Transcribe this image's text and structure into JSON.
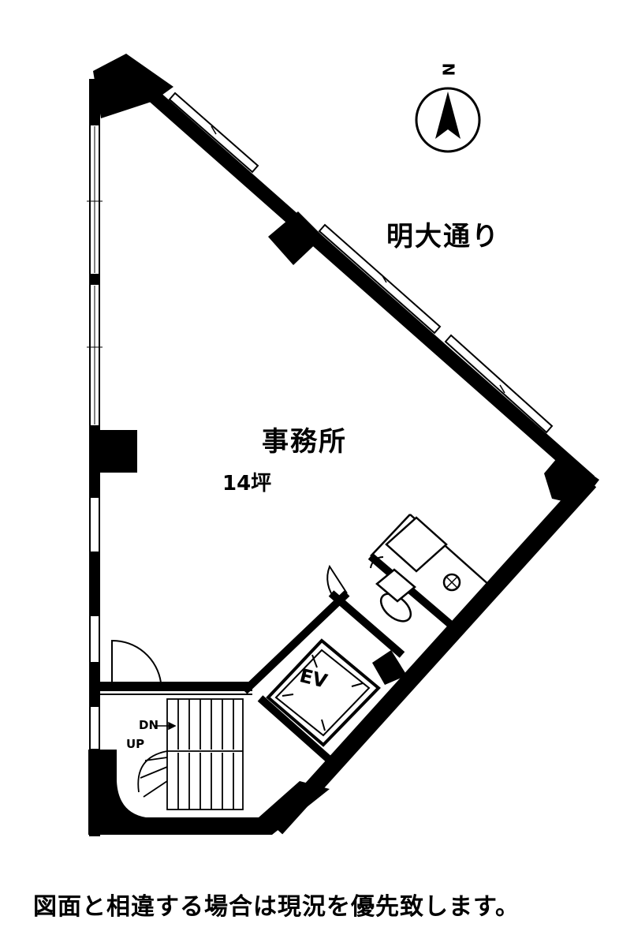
{
  "compass": {
    "north_label": "N"
  },
  "street_label": "明大通り",
  "room": {
    "name": "事務所",
    "area": "14坪"
  },
  "stairs": {
    "down_label": "DN",
    "up_label": "UP"
  },
  "elevator_label": "EV",
  "disclaimer": "図面と相違する場合は現況を優先致します。"
}
